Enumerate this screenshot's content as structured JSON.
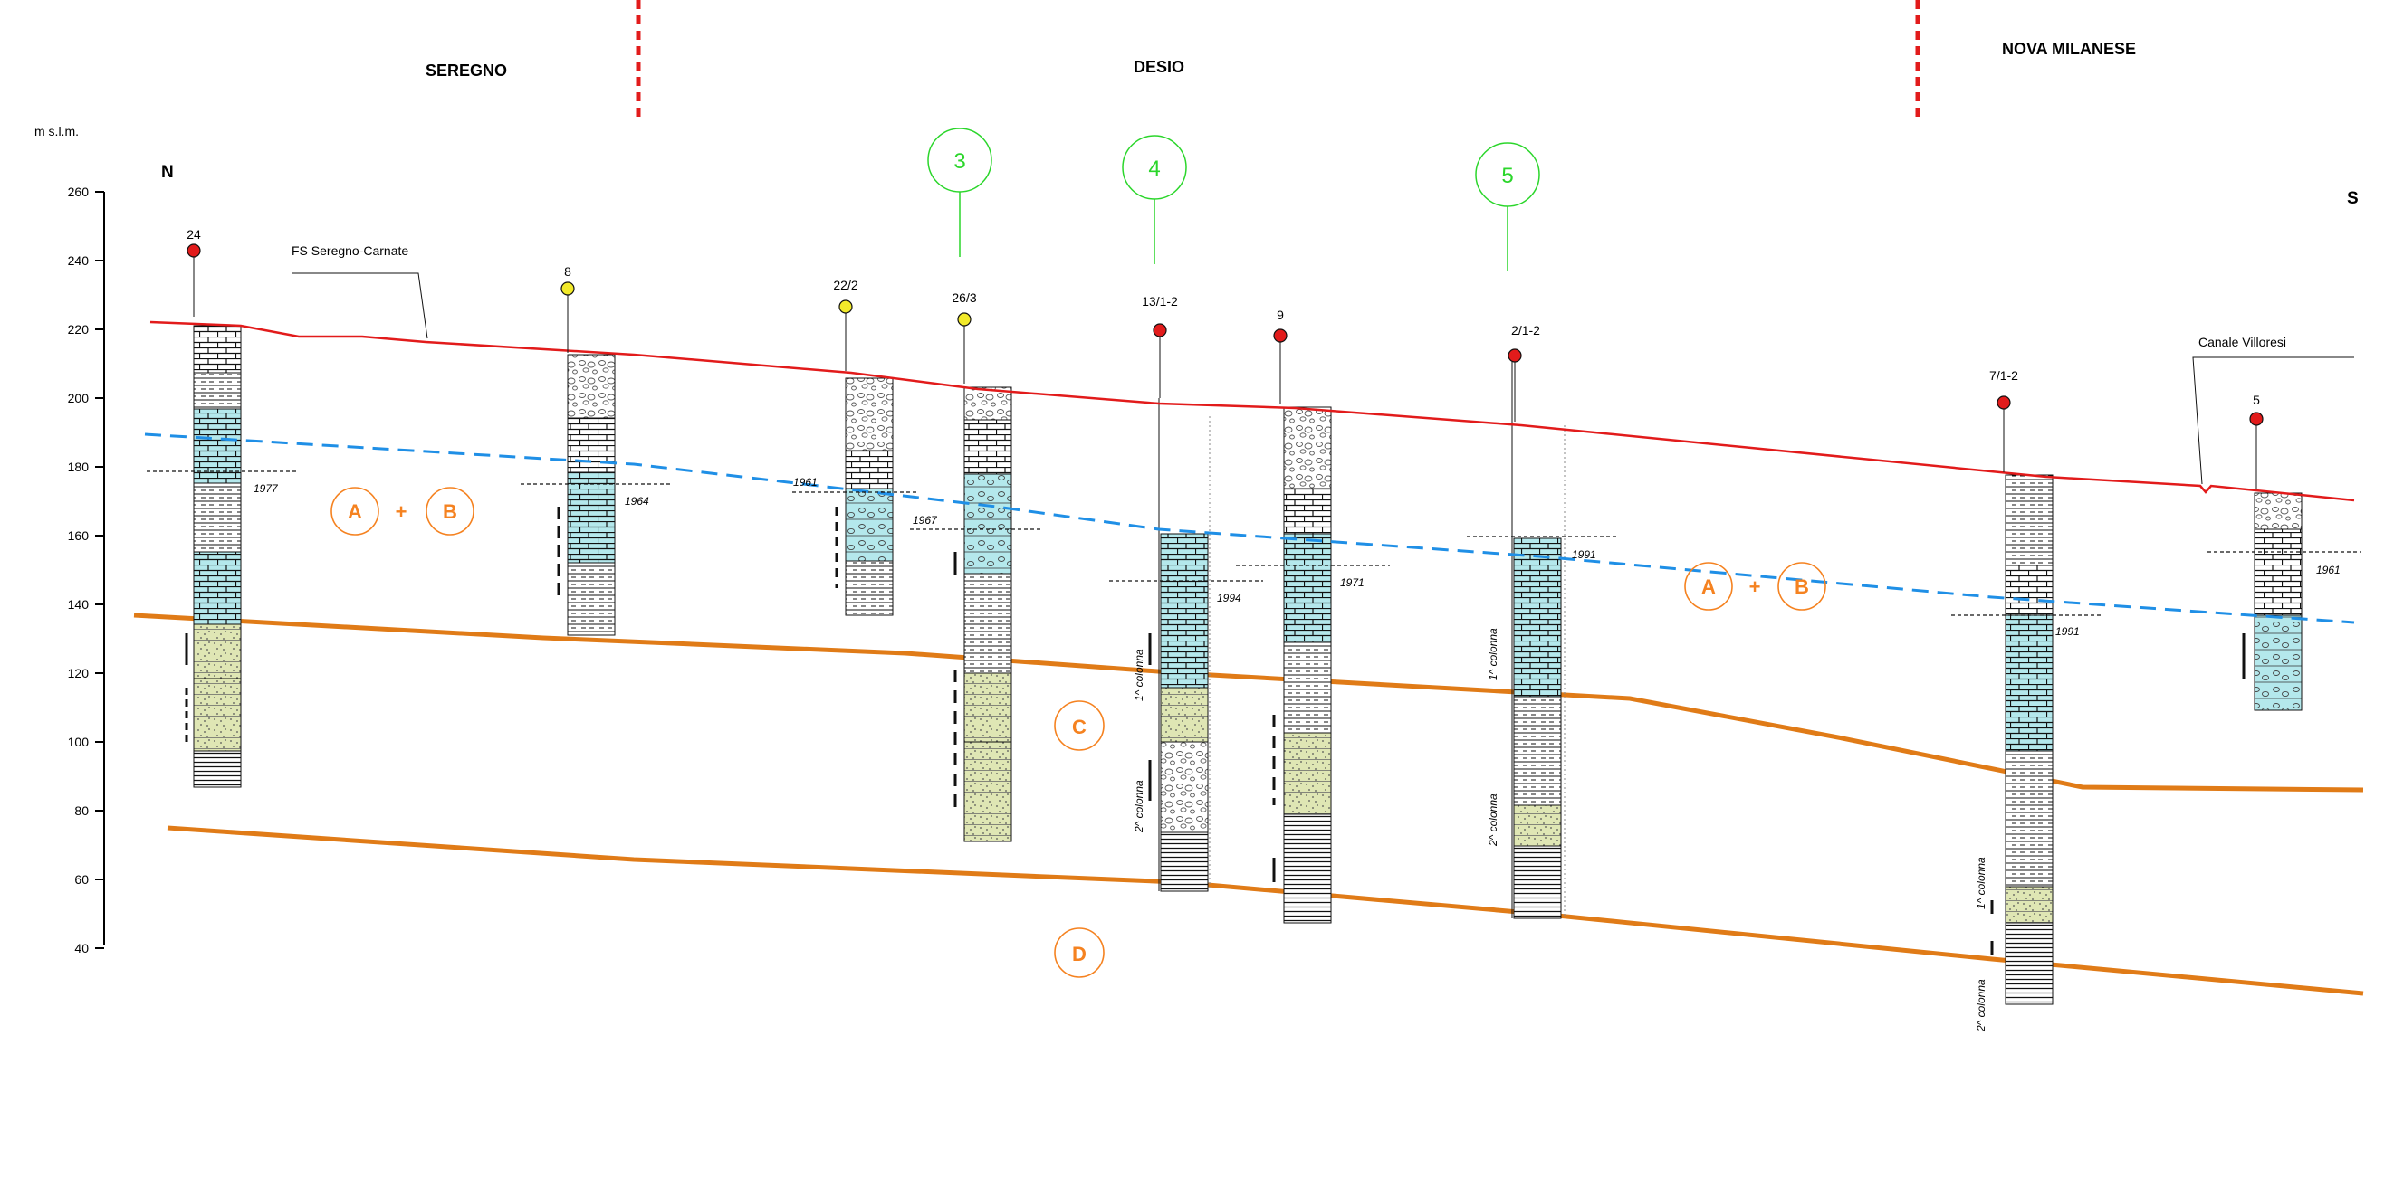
{
  "header": {
    "towns": [
      "SEREGNO",
      "DESIO",
      "NOVA MILANESE"
    ]
  },
  "axis": {
    "unit": "m s.l.m.",
    "ticks": [
      "260",
      "240",
      "220",
      "200",
      "180",
      "160",
      "140",
      "120",
      "100",
      "80",
      "60",
      "40"
    ]
  },
  "orientation": {
    "north": "N",
    "south": "S"
  },
  "features": {
    "railway": "FS Seregno-Carnate",
    "canal": "Canale Villoresi"
  },
  "markers": [
    "3",
    "4",
    "5"
  ],
  "units": {
    "ab_first": [
      "A",
      "+",
      "B"
    ],
    "ab_second": [
      "A",
      "+",
      "B"
    ],
    "c": "C",
    "d": "D"
  },
  "wells": [
    {
      "id": "24",
      "dot_color": "#e21b1b",
      "year": "1977",
      "columns": []
    },
    {
      "id": "8",
      "dot_color": "#f2ea2a",
      "year": "1964",
      "columns": []
    },
    {
      "id": "22/2",
      "dot_color": "#f2ea2a",
      "year": "1961",
      "columns": []
    },
    {
      "id": "26/3",
      "dot_color": "#f2ea2a",
      "year": "1967",
      "columns": []
    },
    {
      "id": "13/1-2",
      "dot_color": "#e21b1b",
      "year": "1994",
      "columns": [
        "1^ colonna",
        "2^ colonna"
      ]
    },
    {
      "id": "9",
      "dot_color": "#e21b1b",
      "year": "1971",
      "columns": []
    },
    {
      "id": "2/1-2",
      "dot_color": "#e21b1b",
      "year": "1991",
      "columns": [
        "1^ colonna",
        "2^ colonna"
      ]
    },
    {
      "id": "7/1-2",
      "dot_color": "#e21b1b",
      "year": "1991",
      "columns": [
        "1^ colonna",
        "2^ colonna"
      ]
    },
    {
      "id": "5",
      "dot_color": "#e21b1b",
      "year": "1961",
      "columns": []
    }
  ],
  "colors": {
    "surface": "#e21b1b",
    "water_table": "#1f8fe6",
    "boundary": "#e07b17",
    "unit_label": "#f58220",
    "marker": "#2bd62b",
    "divider": "#e21b1b",
    "gravel": "#ffffff",
    "aquifer": "#b4e8ec",
    "sand": "#dfe6b4",
    "clay": "#ffffff"
  }
}
